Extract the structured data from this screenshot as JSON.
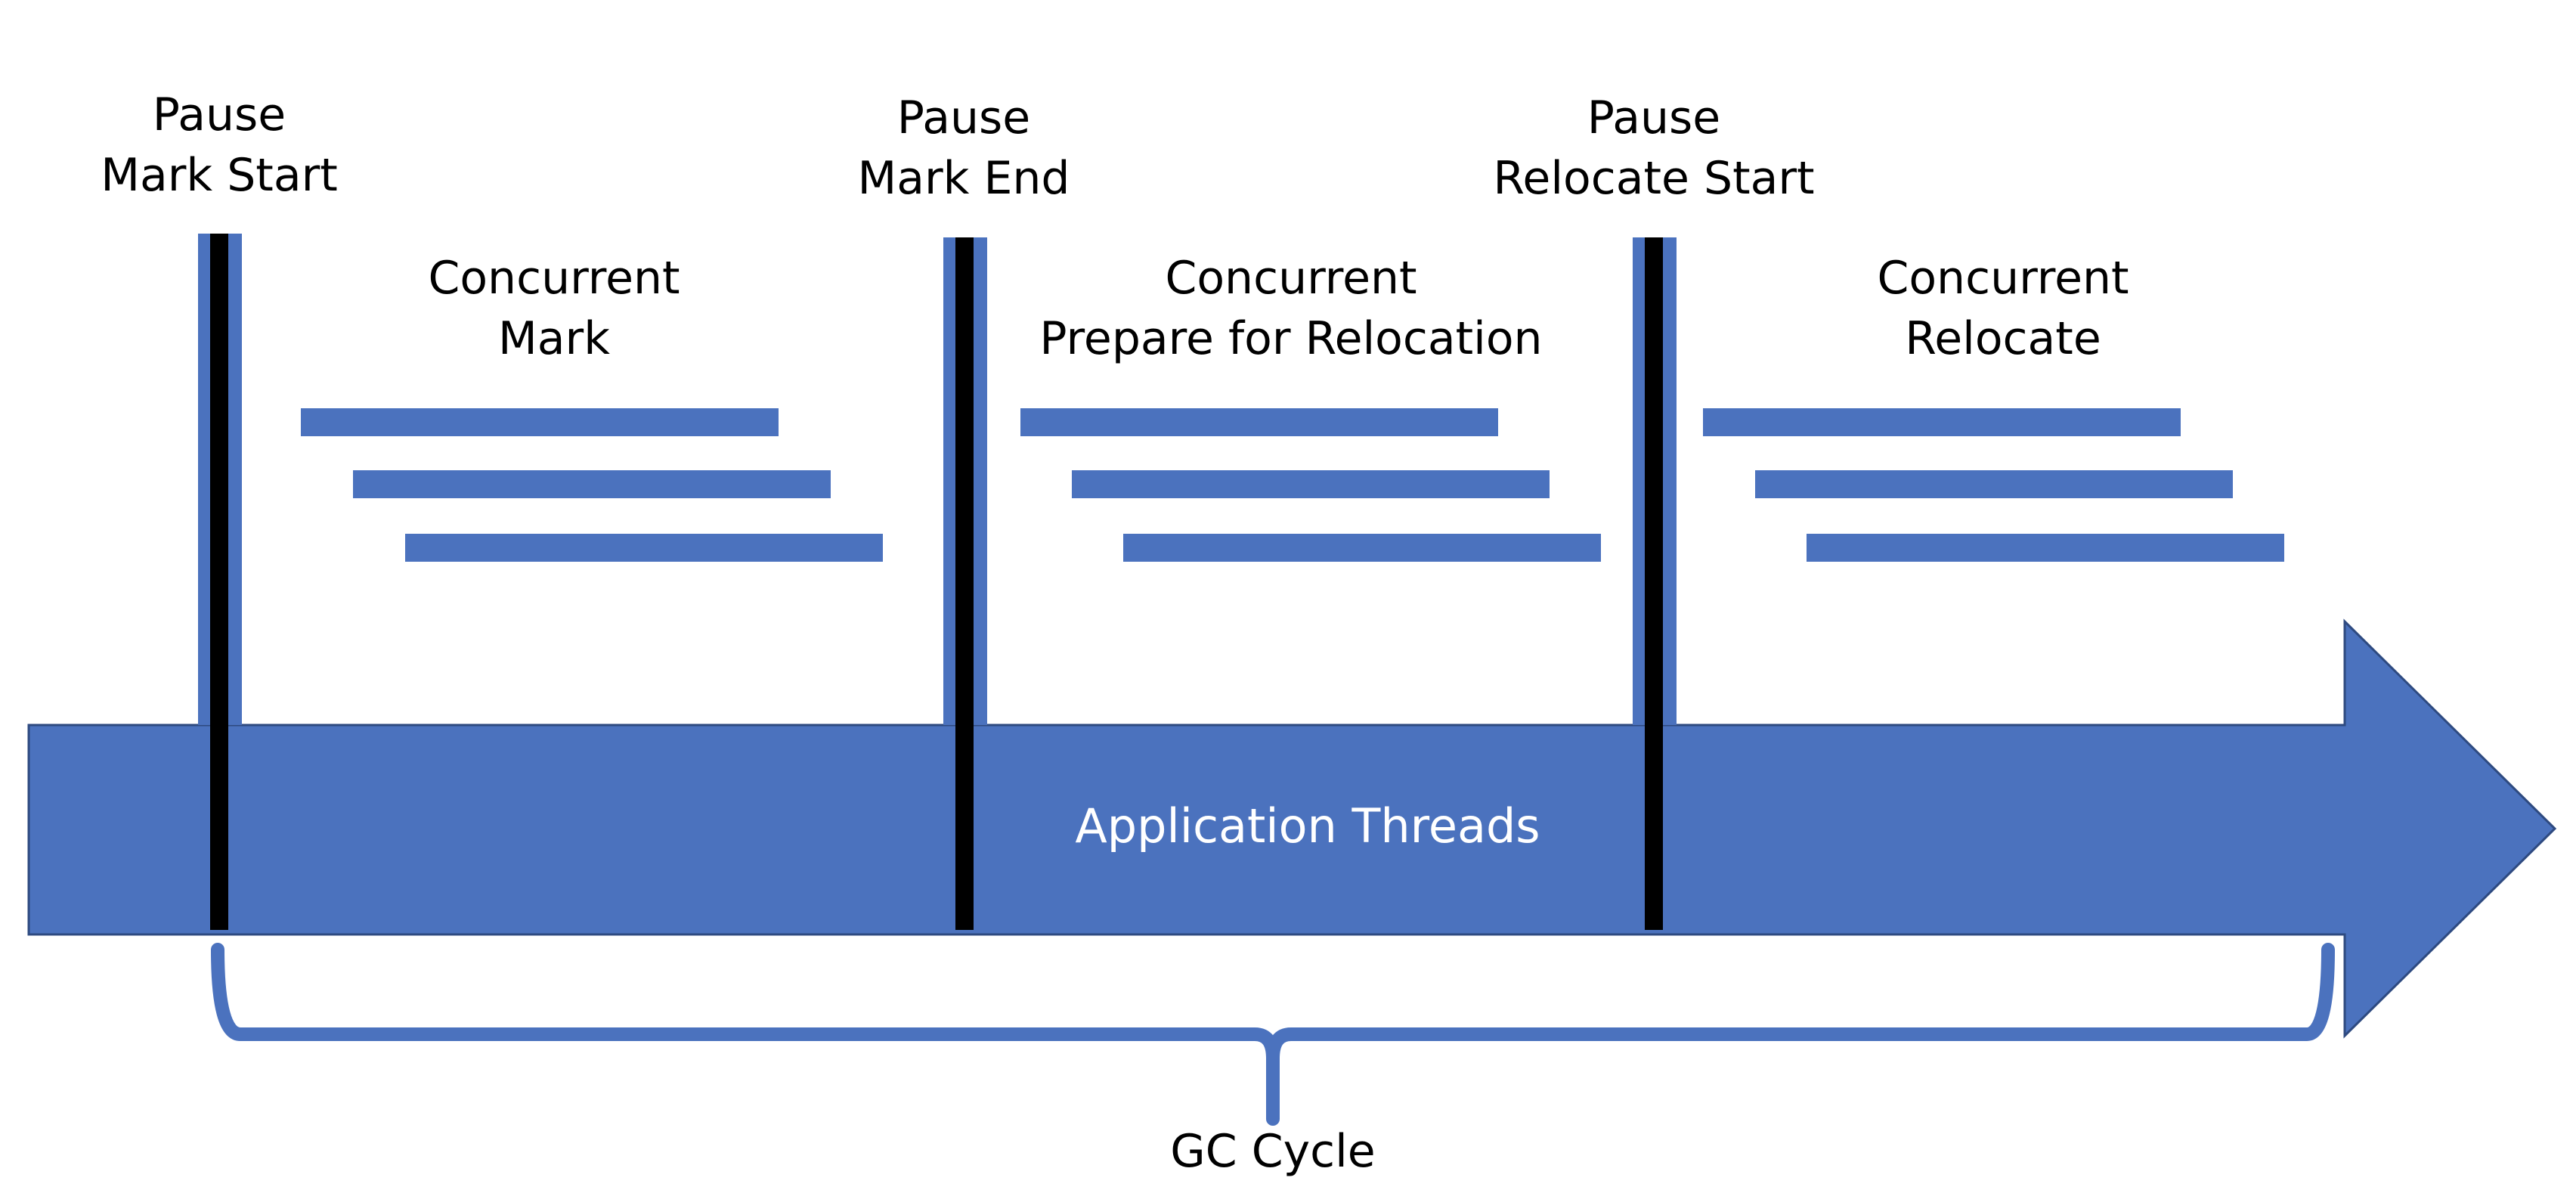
{
  "colors": {
    "blue": "#4b72be",
    "blue_stroke": "#2e4a80",
    "pause_line": "#000000",
    "text": "#000000",
    "arrow_text": "#ffffff"
  },
  "arrow": {
    "label": "Application Threads"
  },
  "pauses": [
    {
      "line1": "Pause",
      "line2": "Mark Start"
    },
    {
      "line1": "Pause",
      "line2": "Mark End"
    },
    {
      "line1": "Pause",
      "line2": "Relocate Start"
    }
  ],
  "phases": [
    {
      "line1": "Concurrent",
      "line2": "Mark"
    },
    {
      "line1": "Concurrent",
      "line2": "Prepare for Relocation"
    },
    {
      "line1": "Concurrent",
      "line2": "Relocate"
    }
  ],
  "cycle": {
    "label": "GC Cycle"
  }
}
